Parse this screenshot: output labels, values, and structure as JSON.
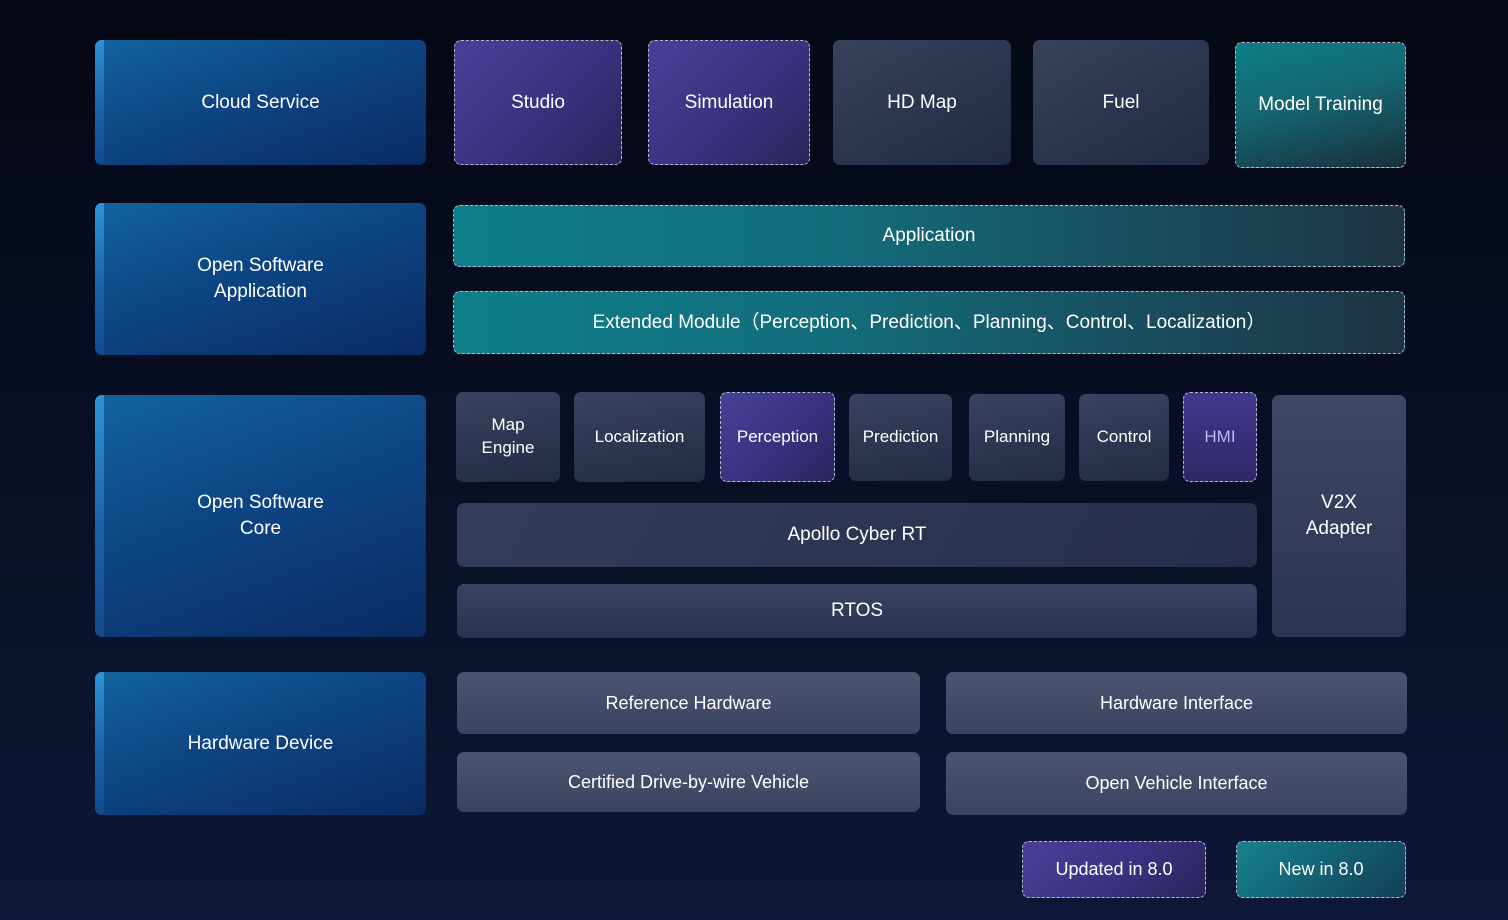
{
  "diagram": {
    "row_cloud": {
      "left_label": "Cloud Service",
      "studio": "Studio",
      "simulation": "Simulation",
      "hd_map": "HD Map",
      "fuel": "Fuel",
      "model_training": "Model Training"
    },
    "row_software_application": {
      "left_label": "Open Software Application",
      "application": "Application",
      "extended_module": "Extended Module（Perception、Prediction、Planning、Control、Localization）"
    },
    "row_software_core": {
      "left_label": "Open Software Core",
      "map_engine": "Map Engine",
      "localization": "Localization",
      "perception": "Perception",
      "prediction": "Prediction",
      "planning": "Planning",
      "control": "Control",
      "hmi": "HMI",
      "v2x_adapter": "V2X Adapter",
      "apollo_cyber_rt": "Apollo Cyber RT",
      "rtos": "RTOS"
    },
    "row_hardware": {
      "left_label": "Hardware Device",
      "reference_hardware": "Reference Hardware",
      "hardware_interface": "Hardware Interface",
      "certified_vehicle": "Certified Drive-by-wire Vehicle",
      "open_vehicle_interface": "Open Vehicle Interface"
    },
    "legend": {
      "updated": "Updated in 8.0",
      "new": "New in 8.0"
    },
    "colors": {
      "background_top": "#050914",
      "background_bottom": "#0d1838",
      "left_box_blue": "#0d4584",
      "left_box_accent_stripe": "#2e93d8",
      "updated_purple": "#3a3180",
      "new_teal": "#0e7f88",
      "slate_block": "#39415d",
      "hardware_slate": "#4c5472",
      "hmi_text": "#beb5f2",
      "dashed_border": "#b4b8cc",
      "text": "#ffffff"
    }
  }
}
